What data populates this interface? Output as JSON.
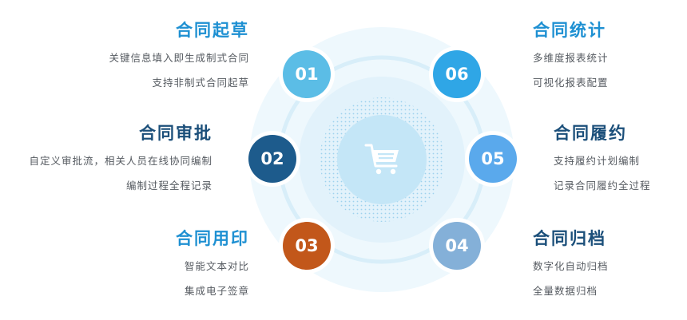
{
  "colors": {
    "title_blue": "#1e90d2",
    "title_dark": "#1b4f7a",
    "node_01": "#5bbde6",
    "node_02": "#1d5b8c",
    "node_03": "#c2571a",
    "node_04": "#84b0d8",
    "node_05": "#5aa9ec",
    "node_06": "#2fa6e6",
    "ring_light": "#e3f3fb",
    "ring_mid": "#cfe9f7",
    "center_fill": "#bfe3f5"
  },
  "center": {
    "icon": "shopping-cart-icon"
  },
  "nodes": [
    {
      "id": "01",
      "label": "01"
    },
    {
      "id": "02",
      "label": "02"
    },
    {
      "id": "03",
      "label": "03"
    },
    {
      "id": "04",
      "label": "04"
    },
    {
      "id": "05",
      "label": "05"
    },
    {
      "id": "06",
      "label": "06"
    }
  ],
  "features": {
    "drafting": {
      "title": "合同起草",
      "lines": [
        "关键信息填入即生成制式合同",
        "支持非制式合同起草"
      ]
    },
    "approval": {
      "title": "合同审批",
      "lines": [
        "自定义审批流，相关人员在线协同编制",
        "编制过程全程记录"
      ]
    },
    "seal": {
      "title": "合同用印",
      "lines": [
        "智能文本对比",
        "集成电子签章"
      ]
    },
    "statistics": {
      "title": "合同统计",
      "lines": [
        "多维度报表统计",
        "可视化报表配置"
      ]
    },
    "performance": {
      "title": "合同履约",
      "lines": [
        "支持履约计划编制",
        "记录合同履约全过程"
      ]
    },
    "archive": {
      "title": "合同归档",
      "lines": [
        "数字化自动归档",
        "全量数据归档"
      ]
    }
  }
}
